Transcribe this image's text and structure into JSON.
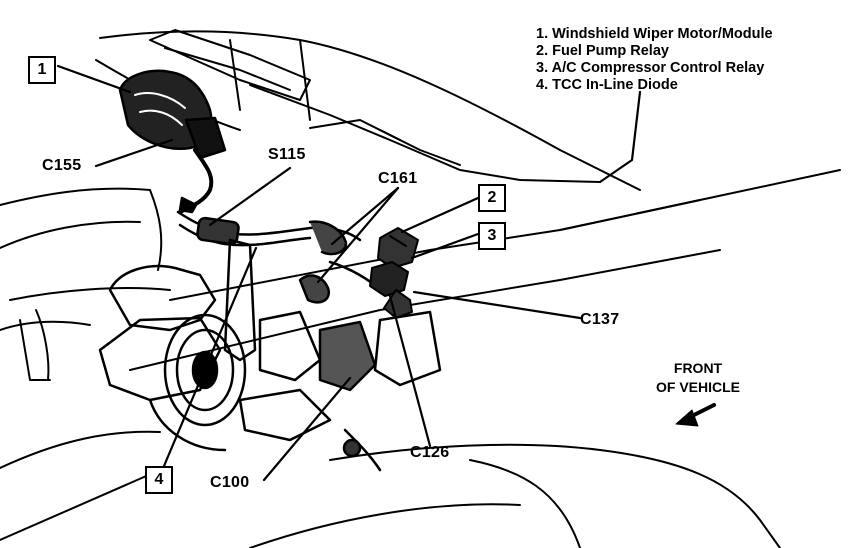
{
  "legend": [
    {
      "num": "1.",
      "text": "Windshield Wiper Motor/Module"
    },
    {
      "num": "2.",
      "text": "Fuel Pump Relay"
    },
    {
      "num": "3.",
      "text": "A/C Compressor Control Relay"
    },
    {
      "num": "4.",
      "text": "TCC In-Line Diode"
    }
  ],
  "callouts": {
    "c1": "1",
    "c2": "2",
    "c3": "3",
    "c4": "4"
  },
  "connectors": {
    "c155": "C155",
    "s115": "S115",
    "c161": "C161",
    "c137": "C137",
    "c100": "C100",
    "c126": "C126"
  },
  "front": {
    "line1": "FRONT",
    "line2": "OF VEHICLE"
  }
}
